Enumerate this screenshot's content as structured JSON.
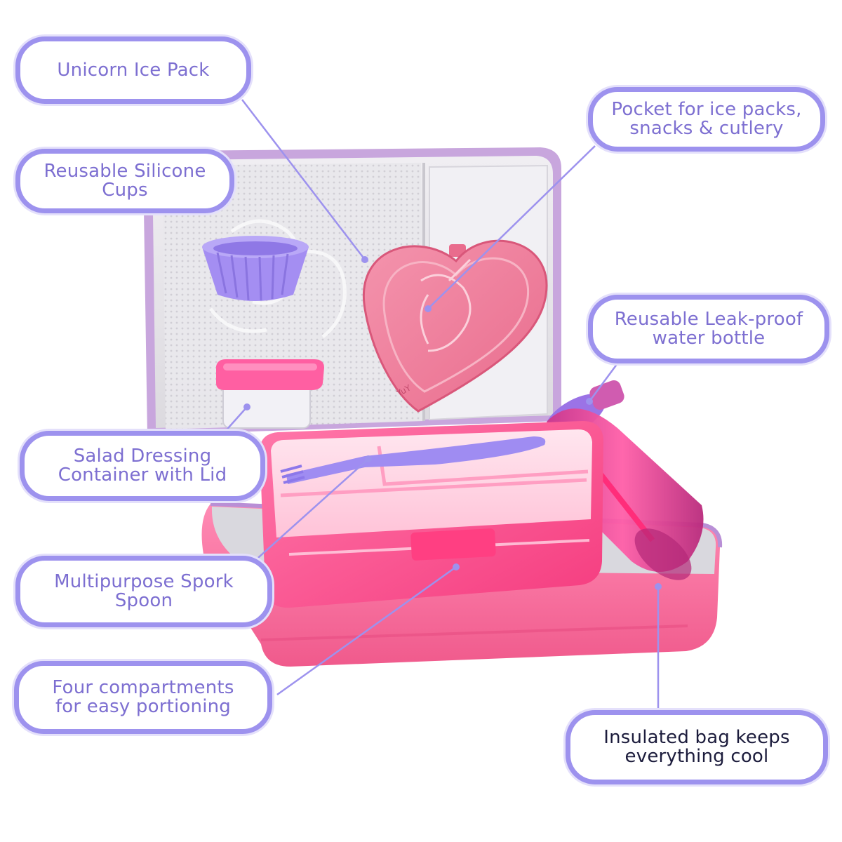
{
  "colors": {
    "callout_border": "#9d92ee",
    "callout_text": "#7d6fd1",
    "callout_text_dark": "#1c1c3c",
    "leader_line": "#9d92ee",
    "case_pink": "#f4689a",
    "case_lining": "#d9d9dd",
    "bento_pink": "#ff4f8f",
    "ice_pack_pink": "#ef7f9c",
    "silicone_cup": "#9b86ee",
    "bottle_magenta": "#e23c93"
  },
  "callouts": [
    {
      "id": "ice-pack",
      "lines": [
        "Unicorn Ice Pack"
      ],
      "style": "purple"
    },
    {
      "id": "pocket",
      "lines": [
        "Pocket for ice packs,",
        "snacks & cutlery"
      ],
      "style": "purple"
    },
    {
      "id": "silicone-cups",
      "lines": [
        "Reusable Silicone",
        "Cups"
      ],
      "style": "purple"
    },
    {
      "id": "water-bottle",
      "lines": [
        "Reusable Leak-proof",
        "water bottle"
      ],
      "style": "purple"
    },
    {
      "id": "salad-container",
      "lines": [
        "Salad Dressing",
        "Container with Lid"
      ],
      "style": "purple"
    },
    {
      "id": "spork",
      "lines": [
        "Multipurpose Spork",
        "Spoon"
      ],
      "style": "purple"
    },
    {
      "id": "compartments",
      "lines": [
        "Four compartments",
        "for easy portioning"
      ],
      "style": "purple"
    },
    {
      "id": "insulated-bag",
      "lines": [
        "Insulated bag keeps",
        "everything cool"
      ],
      "style": "dark"
    }
  ],
  "ice_pack_brand": "YuY"
}
